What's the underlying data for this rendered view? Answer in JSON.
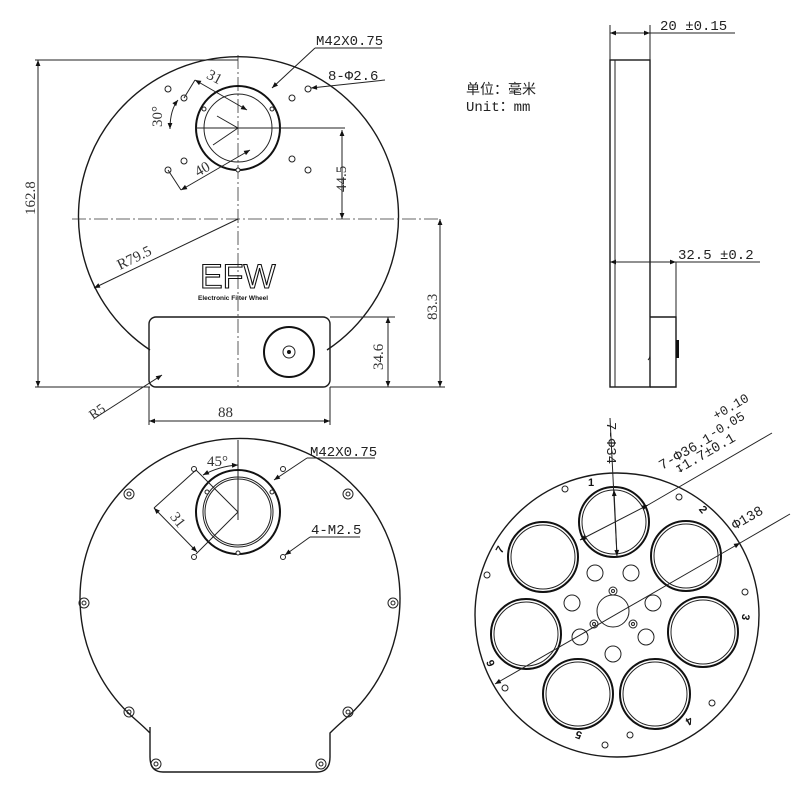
{
  "drawing": {
    "title": "EFW Electronic Filter Wheel dimension drawing",
    "units": {
      "zh": "单位：毫米",
      "en": "Unit：mm"
    },
    "brand": {
      "logo": "EFW",
      "subtitle": "Electronic Filter Wheel"
    },
    "front_view": {
      "thread": "M42X0.75",
      "holes": "8-Φ2.6",
      "angle": "30°",
      "dim_31": "31",
      "dim_40": "40",
      "dim_44_5": "44.5",
      "height": "162.8",
      "radius": "R79.5",
      "dim_83_3": "83.3",
      "dim_34_6": "34.6",
      "corner_radius": "R5",
      "width_88": "88"
    },
    "side_view": {
      "thickness": "20 ±0.15",
      "depth": "32.5 ±0.2"
    },
    "back_view": {
      "thread": "M42X0.75",
      "angle": "45°",
      "dim_31": "31",
      "screws": "4-M2.5"
    },
    "wheel_view": {
      "aperture": "7-Φ34",
      "filter_seat": "7-Φ36.1",
      "tol_plus": "+0.10",
      "tol_minus": "-0.05",
      "depth": "↧1.7±0.1",
      "diameter": "Φ138",
      "slots": [
        "1",
        "2",
        "3",
        "4",
        "5",
        "6",
        "7"
      ]
    }
  }
}
